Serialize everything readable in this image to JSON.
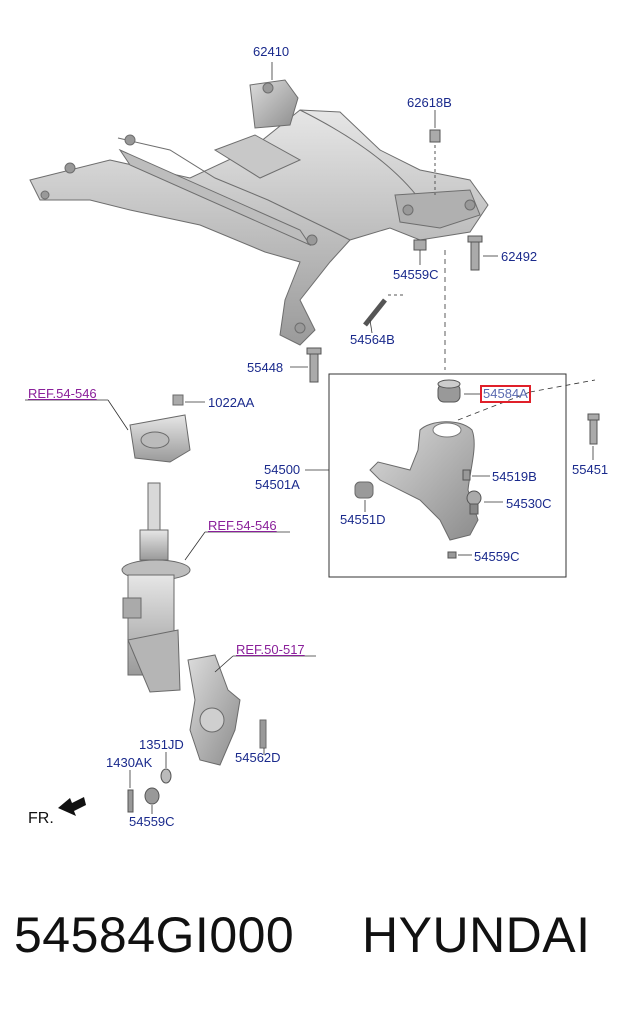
{
  "labels": {
    "p62410": "62410",
    "p62618B": "62618B",
    "p54559C_top": "54559C",
    "p62492": "62492",
    "p54564B": "54564B",
    "p55448": "55448",
    "p54584A": "54584A",
    "p55451": "55451",
    "p54500": "54500",
    "p54501A": "54501A",
    "p54519B": "54519B",
    "p54530C": "54530C",
    "p54551D": "54551D",
    "p54559C_mid": "54559C",
    "ref_54_546_a": "REF.54-546",
    "p1022AA": "1022AA",
    "ref_54_546_b": "REF.54-546",
    "ref_50_517": "REF.50-517",
    "p1351JD": "1351JD",
    "p1430AK": "1430AK",
    "p54562D": "54562D",
    "p54559C_bot": "54559C",
    "fr": "FR."
  },
  "highlight_color": "#e0202a",
  "footer": {
    "part_number": "54584GI000",
    "brand": "HYUNDAI"
  }
}
